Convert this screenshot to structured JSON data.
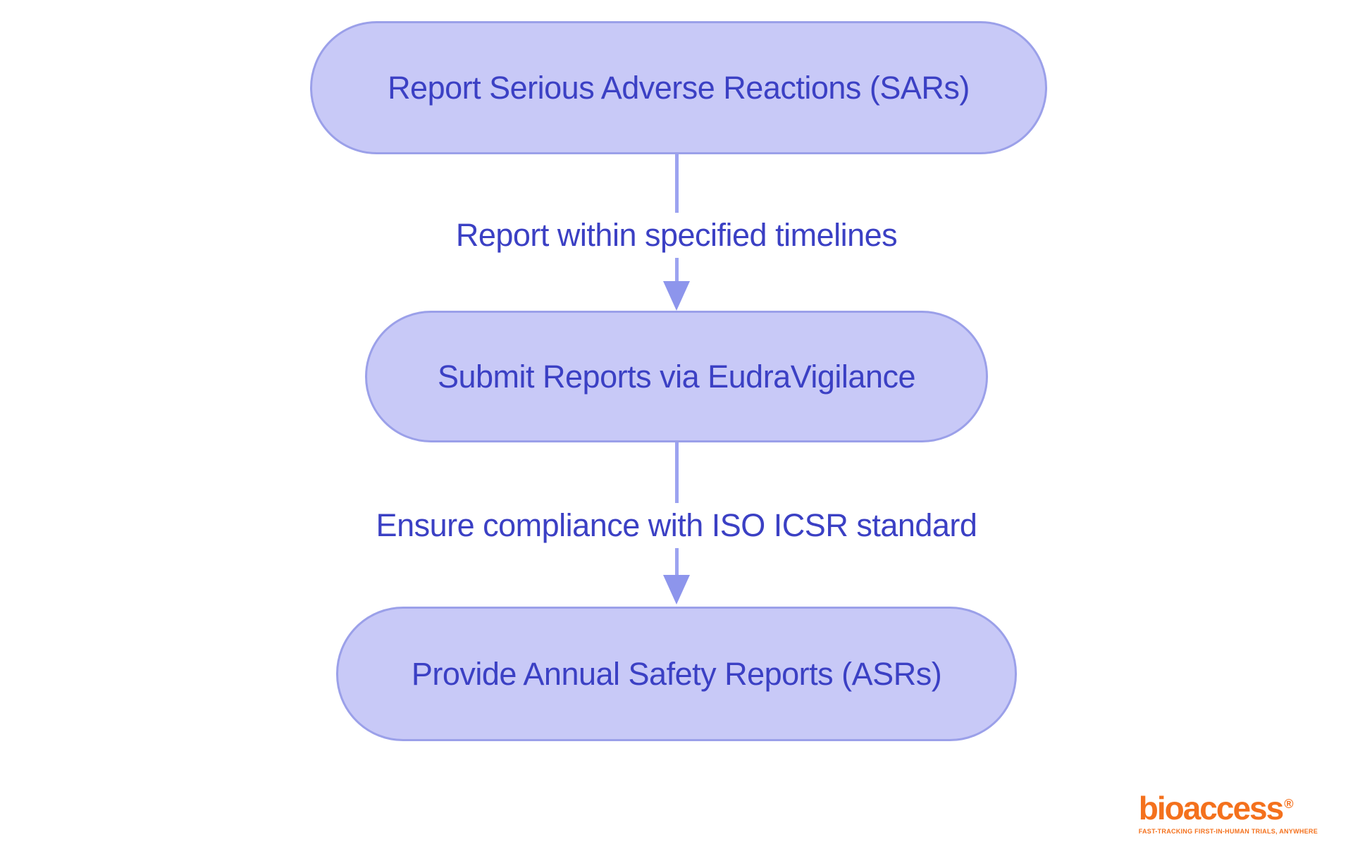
{
  "flowchart": {
    "nodes": [
      {
        "label": "Report Serious Adverse Reactions (SARs)"
      },
      {
        "label": "Submit Reports via EudraVigilance"
      },
      {
        "label": "Provide Annual Safety Reports (ASRs)"
      }
    ],
    "edges": [
      {
        "label": "Report within specified timelines"
      },
      {
        "label": "Ensure compliance with ISO ICSR standard"
      }
    ],
    "colors": {
      "node_fill": "#c8c9f7",
      "node_border": "#9ba0e9",
      "node_text": "#3b40c4",
      "arrow_line": "#9ca3f0",
      "arrow_head": "#8d95ec",
      "edge_label_text": "#3b40c4",
      "background": "#ffffff"
    }
  },
  "logo": {
    "wordmark": "bioaccess",
    "registered_mark": "®",
    "tagline": "FAST-TRACKING FIRST-IN-HUMAN TRIALS, ANYWHERE",
    "color": "#f4711d"
  }
}
